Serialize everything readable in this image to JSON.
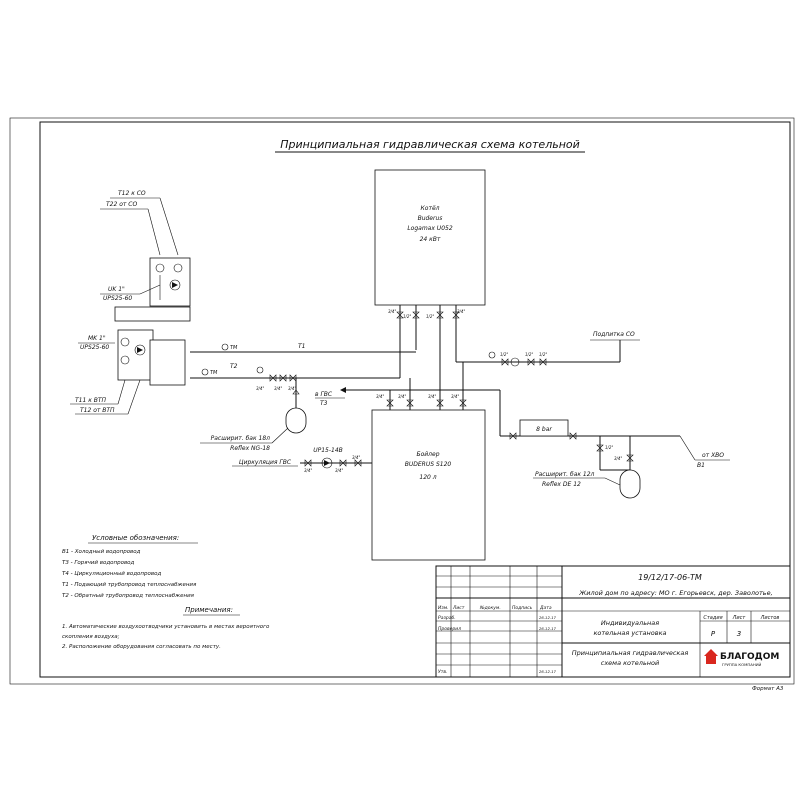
{
  "title": "Принципиальная гидравлическая схема котельной",
  "equipment": {
    "boiler": {
      "label1": "Котёл",
      "label2": "Buderus",
      "label3": "Logamax U052",
      "power": "24 кВт"
    },
    "water_heater": {
      "label1": "Бойлер",
      "label2": "BUDERUS S120",
      "volume": "120 л"
    },
    "uk_pump": {
      "name": "UK 1\"",
      "model": "UPS25-60"
    },
    "mk_pump": {
      "name": "MK 1\"",
      "model": "UPS25-60"
    },
    "exp_tank_heating": {
      "name": "Расширит. бак 18л",
      "model": "Reflex NG-18"
    },
    "exp_tank_dhw": {
      "name": "Расширит. бак 12л",
      "model": "Reflex DE 12"
    },
    "recirc_pump": {
      "model": "UP15-14B",
      "label": "Циркуляция ГВС"
    },
    "safety_valve": "8 bar"
  },
  "labels": {
    "t12_co": "Т12 к СО",
    "t22_co": "Т22 от СО",
    "t11_vtp": "Т11 к ВТП",
    "t12_vtp": "Т12 от ВТП",
    "t1": "Т1",
    "t2": "Т2",
    "tm": "ТМ",
    "v_gvs": "в ГВС",
    "t3": "Т3",
    "podpitka": "Подпитка СО",
    "ot_hvo": "от ХВО",
    "b1": "В1",
    "size_34": "3/4\"",
    "size_12": "1/2\"",
    "size_1": "1\""
  },
  "legend": {
    "header": "Условные обозначения:",
    "items": [
      "В1 - Холодный водопровод",
      "Т3 - Горячий водопровод",
      "Т4 - Циркуляционный водопровод",
      "Т1 - Подающий трубопровод теплоснабжения",
      "Т2 - Обратный трубопровод теплоснабжения"
    ]
  },
  "notes": {
    "header": "Примечания:",
    "items": [
      "1. Автоматические воздухоотводчики установить в местах вероятного",
      "скопления воздуха;",
      "2. Расположение оборудования согласовать по месту."
    ]
  },
  "stamp": {
    "code": "19/12/17-06-ТМ",
    "address": "Жилой дом по адресу: МО г. Егорьевск, дер. Заволотье,",
    "columns": [
      "Изм.",
      "Лист",
      "№докум.",
      "Подпись",
      "Дата"
    ],
    "roles": [
      "Разраб.",
      "Проверил",
      "Утв."
    ],
    "dates": [
      "26.12.17",
      "26.12.17",
      "26.12.17"
    ],
    "object_name_1": "Индивидуальная",
    "object_name_2": "котельная установка",
    "sheet_title_1": "Принципиальная гидравлическая",
    "sheet_title_2": "схема котельной",
    "stage_label": "Стадия",
    "sheet_label": "Лист",
    "sheets_label": "Листов",
    "stage": "Р",
    "sheet": "3",
    "company": "БЛАГОДОМ",
    "company_sub": "ГРУППА КОМПАНИЙ",
    "format": "Формат А3"
  },
  "colors": {
    "line": "#111111",
    "brand": "#d9271e"
  }
}
